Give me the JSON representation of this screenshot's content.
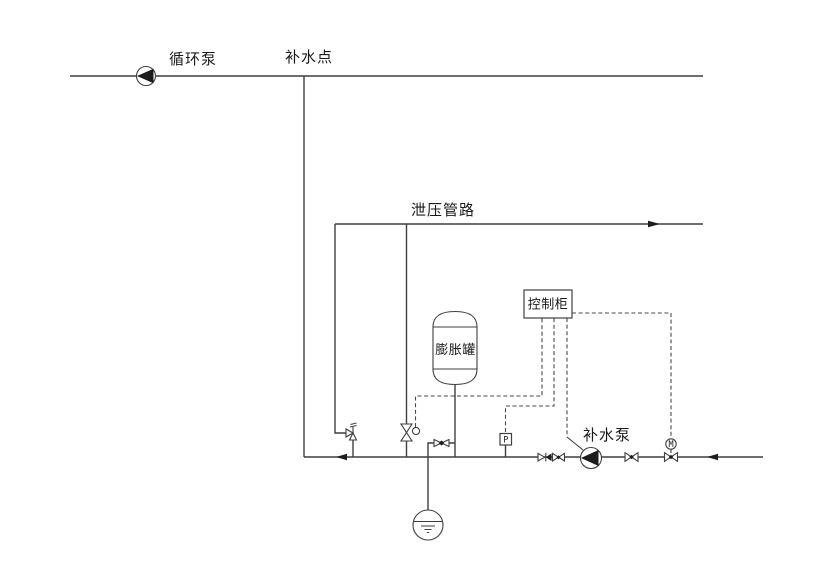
{
  "diagram": {
    "background": "#ffffff",
    "line_color": "#3f3f3f",
    "dashed_line_color": "#4a4a4a",
    "text_color": "#1a1a1a",
    "labels": {
      "circulation_pump": "循环泵",
      "makeup_point": "补水点",
      "relief_pipeline": "泄压管路",
      "expansion_tank": "膨胀罐",
      "control_cabinet": "控制柜",
      "makeup_pump": "补水泵",
      "pressure_sensor_letter": "P",
      "motor_valve_letter": "M"
    },
    "icons": [
      "pump-icon",
      "safety-valve-icon",
      "solenoid-valve-icon",
      "drain-valve-icon",
      "check-valve-icon",
      "gate-valve-icon",
      "motorized-valve-icon",
      "pressure-sensor-icon",
      "expansion-tank-icon",
      "drain-funnel-icon",
      "flow-arrow-icon",
      "control-cabinet-box"
    ]
  }
}
